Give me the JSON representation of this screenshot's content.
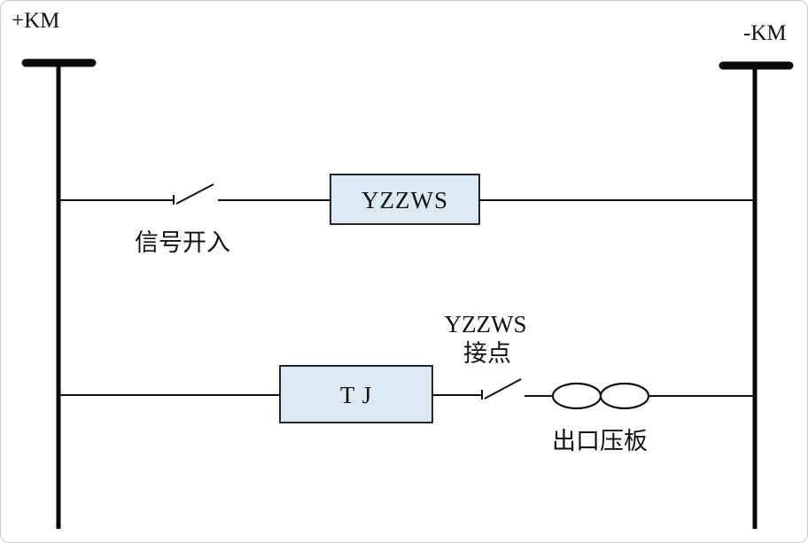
{
  "diagram": {
    "kind": "relay-protection-signal-output-schematic",
    "bus_left_label": "+KM",
    "bus_right_label": "-KM",
    "branch1": {
      "switch_label": "信号开入",
      "relay_box_label": "YZZWS"
    },
    "branch2": {
      "relay_box_label": "T J",
      "contact_label_line1": "YZZWS",
      "contact_label_line2": "接点",
      "link_label": "出口压板"
    },
    "colors": {
      "box_fill": "#dde9f2",
      "line_color": "#111111"
    }
  }
}
